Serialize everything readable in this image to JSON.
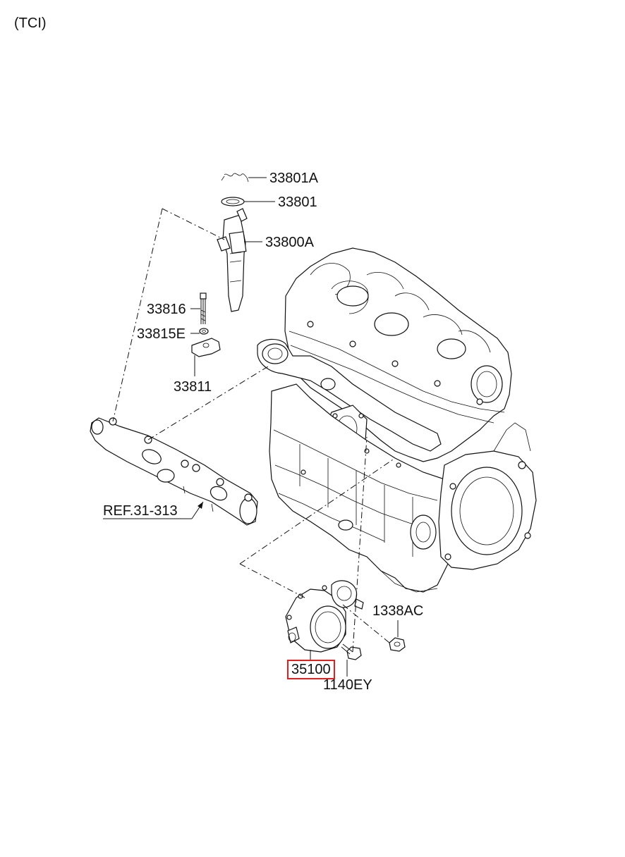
{
  "variant_label": "(TCI)",
  "highlight_color": "#e02020",
  "parts": [
    {
      "id": "33801A",
      "label": "33801A"
    },
    {
      "id": "33801",
      "label": "33801"
    },
    {
      "id": "33800A",
      "label": "33800A"
    },
    {
      "id": "33816",
      "label": "33816"
    },
    {
      "id": "33815E",
      "label": "33815E"
    },
    {
      "id": "33811",
      "label": "33811"
    },
    {
      "id": "REF.31-313",
      "label": "REF.31-313"
    },
    {
      "id": "1338AC",
      "label": "1338AC"
    },
    {
      "id": "35100",
      "label": "35100",
      "highlighted": true
    },
    {
      "id": "1140EY",
      "label": "1140EY"
    }
  ]
}
